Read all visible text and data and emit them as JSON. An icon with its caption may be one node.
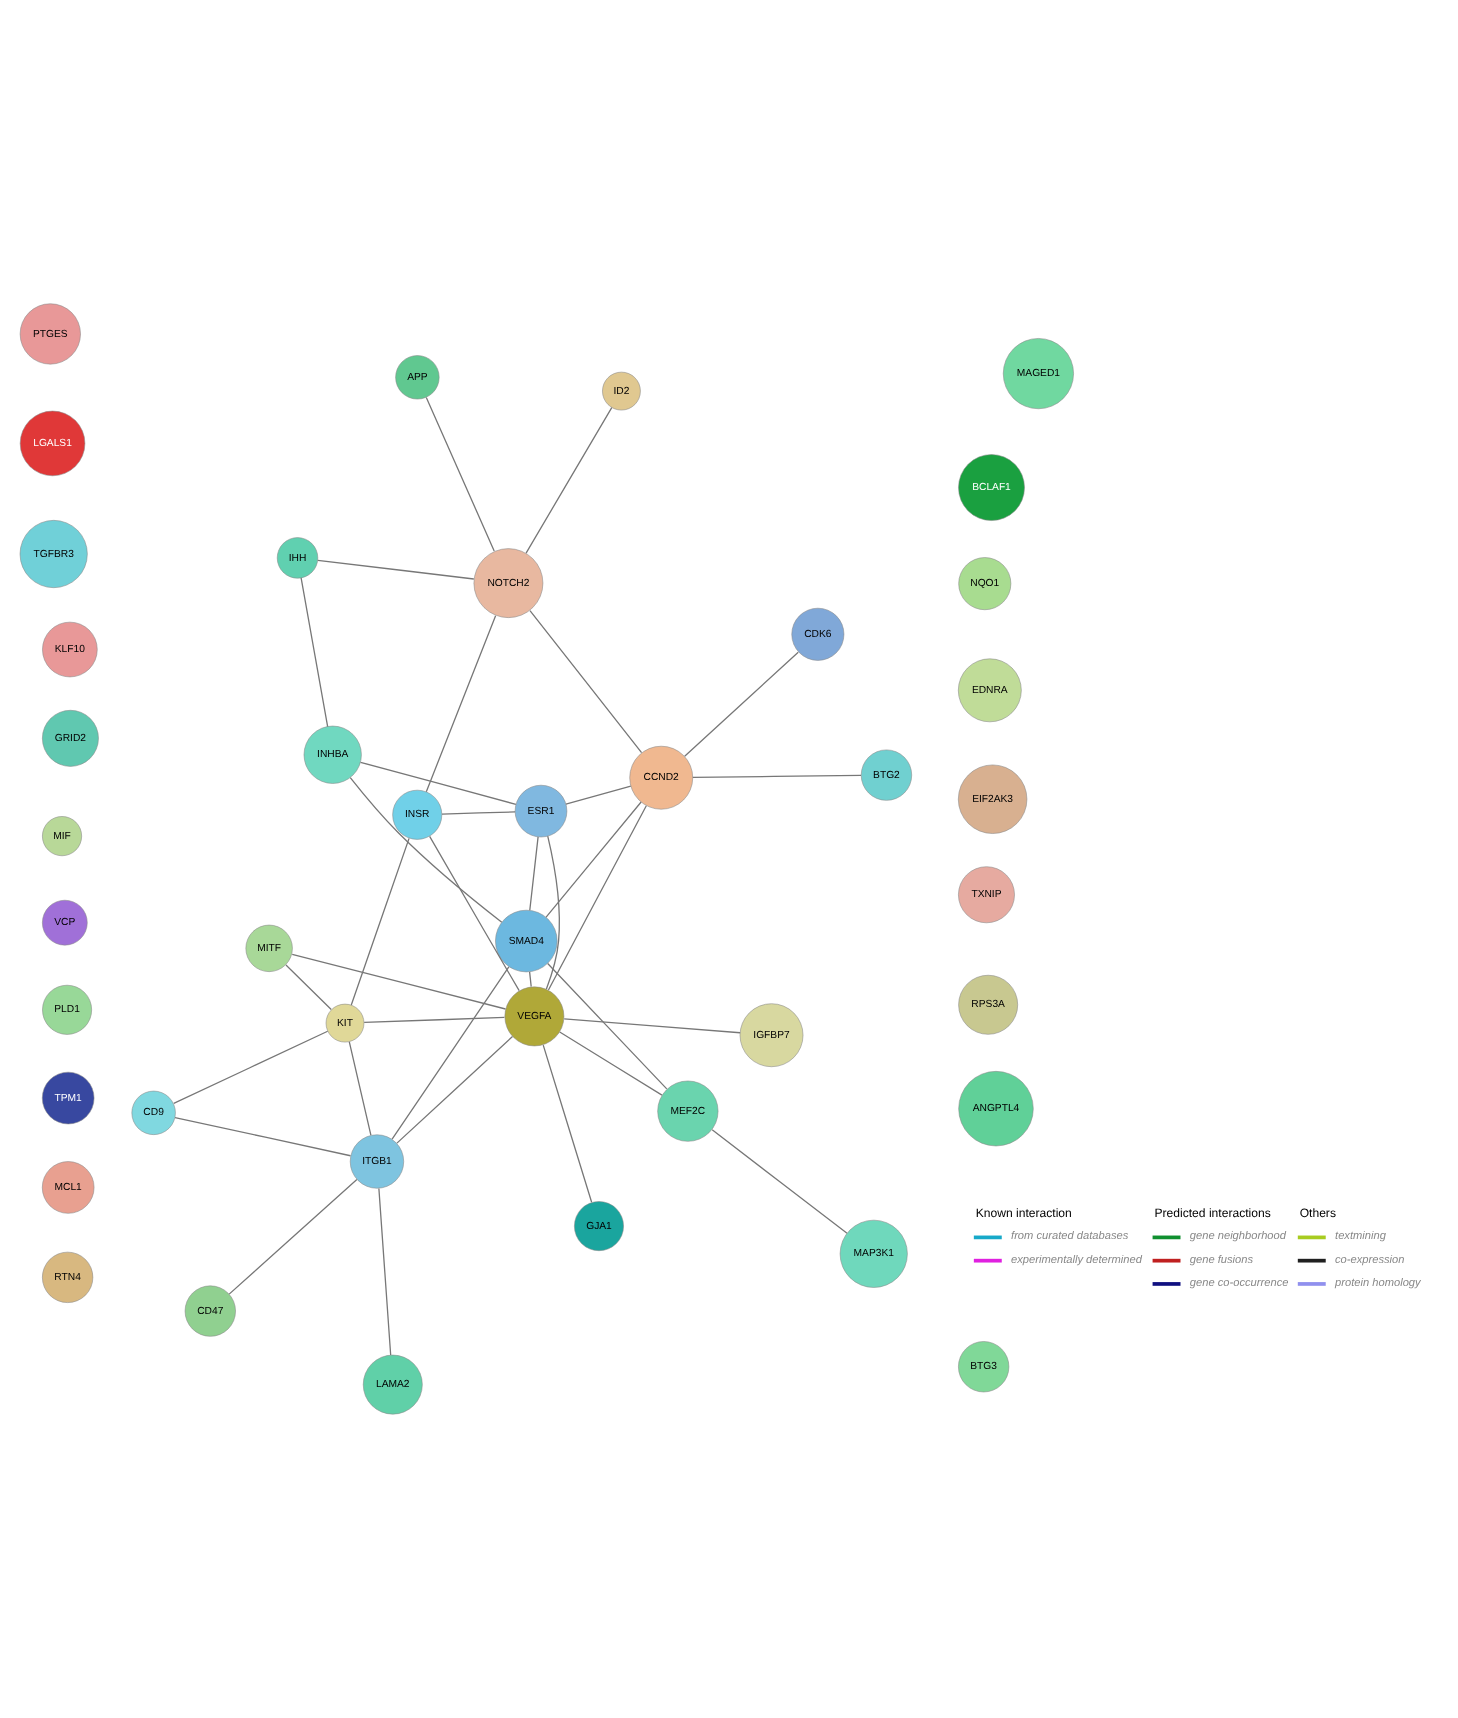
{
  "diagram": {
    "nodes": [
      {
        "text": [
          "GJA1"
        ]
      },
      {
        "text": [
          "IGFBP7"
        ]
      },
      {
        "text": [
          "MAP3K1"
        ]
      },
      {
        "text": [
          "RPS3A"
        ]
      },
      {
        "text": [
          "TXNIP"
        ]
      },
      {
        "text": [
          "MITF"
        ]
      },
      {
        "text": [
          "MEF2C"
        ]
      },
      {
        "text": [
          "EIF2AK3"
        ]
      },
      {
        "text": [
          "CD9"
        ]
      },
      {
        "text": [
          "LAMA2"
        ]
      },
      {
        "text": [
          "VEGFA"
        ]
      },
      {
        "text": [
          "EDNRA"
        ]
      },
      {
        "text": [
          "NQO1"
        ]
      },
      {
        "text": [
          "ITGB1"
        ]
      },
      {
        "text": [
          "SMAD4"
        ]
      },
      {
        "text": [
          "MIF"
        ]
      },
      {
        "text": [
          "BCLAF1"
        ]
      },
      {
        "text": [
          "KIT"
        ]
      },
      {
        "text": [
          "CD47"
        ]
      },
      {
        "text": [
          "VCP"
        ]
      },
      {
        "text": [
          "ESR1"
        ]
      },
      {
        "text": [
          "INSR"
        ]
      },
      {
        "text": [
          "MAGED1"
        ]
      },
      {
        "text": [
          "BTG2"
        ]
      },
      {
        "text": [
          "CCND2"
        ]
      },
      {
        "text": [
          "INHBA"
        ]
      },
      {
        "text": [
          "PTGES"
        ]
      },
      {
        "text": [
          "LGALS1"
        ]
      },
      {
        "text": [
          "PLD1"
        ]
      },
      {
        "text": [
          "TGFBR3"
        ]
      },
      {
        "text": [
          "CDK6"
        ]
      },
      {
        "text": [
          "IHH"
        ]
      },
      {
        "text": [
          "NOTCH2"
        ]
      },
      {
        "text": [
          "KLF10"
        ]
      },
      {
        "text": [
          "TPM1"
        ]
      },
      {
        "text": [
          "MCL1"
        ]
      },
      {
        "text": [
          "RTN4"
        ]
      },
      {
        "text": [
          "BTG3"
        ]
      },
      {
        "text": [
          "GRID2"
        ]
      },
      {
        "text": [
          "ID2"
        ]
      },
      {
        "text": [
          "ANGPTL4"
        ]
      },
      {
        "text": [
          "APP"
        ]
      }
    ],
    "edges": [
      {
        "from": 10,
        "to": 0,
        "arrow": "none"
      },
      {
        "from": 10,
        "to": 1,
        "arrow": "none"
      },
      {
        "from": 6,
        "to": 2,
        "arrow": "none"
      },
      {
        "from": 10,
        "to": 6,
        "arrow": "none"
      },
      {
        "from": 10,
        "to": 5,
        "arrow": "none"
      },
      {
        "from": 6,
        "to": 14,
        "arrow": "none"
      },
      {
        "from": 10,
        "to": 13,
        "arrow": "none"
      },
      {
        "from": 10,
        "to": 14,
        "arrow": "none"
      },
      {
        "from": 10,
        "to": 17,
        "arrow": "none"
      },
      {
        "from": 10,
        "to": 21,
        "arrow": "none"
      },
      {
        "from": 10,
        "to": 20,
        "arrow": "none"
      },
      {
        "from": 10,
        "to": 24,
        "arrow": "none"
      },
      {
        "from": 9,
        "to": 13,
        "arrow": "none"
      },
      {
        "from": 8,
        "to": 13,
        "arrow": "none"
      },
      {
        "from": 8,
        "to": 17,
        "arrow": "none"
      },
      {
        "from": 5,
        "to": 17,
        "arrow": "none"
      },
      {
        "from": 13,
        "to": 14,
        "arrow": "none"
      },
      {
        "from": 13,
        "to": 18,
        "arrow": "none"
      },
      {
        "from": 13,
        "to": 17,
        "arrow": "none"
      },
      {
        "from": 17,
        "to": 21,
        "arrow": "none"
      },
      {
        "from": 21,
        "to": 20,
        "arrow": "none"
      },
      {
        "from": 21,
        "to": 32,
        "arrow": "none"
      },
      {
        "from": 14,
        "to": 20,
        "arrow": "none"
      },
      {
        "from": 14,
        "to": 25,
        "arrow": "none"
      },
      {
        "from": 14,
        "to": 24,
        "arrow": "none"
      },
      {
        "from": 20,
        "to": 25,
        "arrow": "none"
      },
      {
        "from": 20,
        "to": 24,
        "arrow": "none"
      },
      {
        "from": 24,
        "to": 23,
        "arrow": "none"
      },
      {
        "from": 24,
        "to": 30,
        "arrow": "none"
      },
      {
        "from": 24,
        "to": 32,
        "arrow": "none"
      },
      {
        "from": 25,
        "to": 31,
        "arrow": "none"
      },
      {
        "from": 32,
        "to": 31,
        "arrow": "none"
      },
      {
        "from": 32,
        "to": 39,
        "arrow": "none"
      },
      {
        "from": 32,
        "to": 41,
        "arrow": "none"
      }
    ],
    "labels": [
      "Known interaction",
      "Predicted interactions",
      "Others"
    ],
    "legend": [
      {
        "text": "from curated databases",
        "color": "#17a9c9"
      },
      {
        "text": "experimentally determined",
        "color": "#e020e0"
      },
      {
        "text": "gene neighborhood",
        "color": "#109030"
      },
      {
        "text": "gene fusions",
        "color": "#c02020"
      },
      {
        "text": "gene co-occurrence",
        "color": "#101080"
      },
      {
        "text": "textmining",
        "color": "#a8cc20"
      },
      {
        "text": "co-expression",
        "color": "#202020"
      },
      {
        "text": "protein homology",
        "color": "#9090ee"
      }
    ]
  }
}
